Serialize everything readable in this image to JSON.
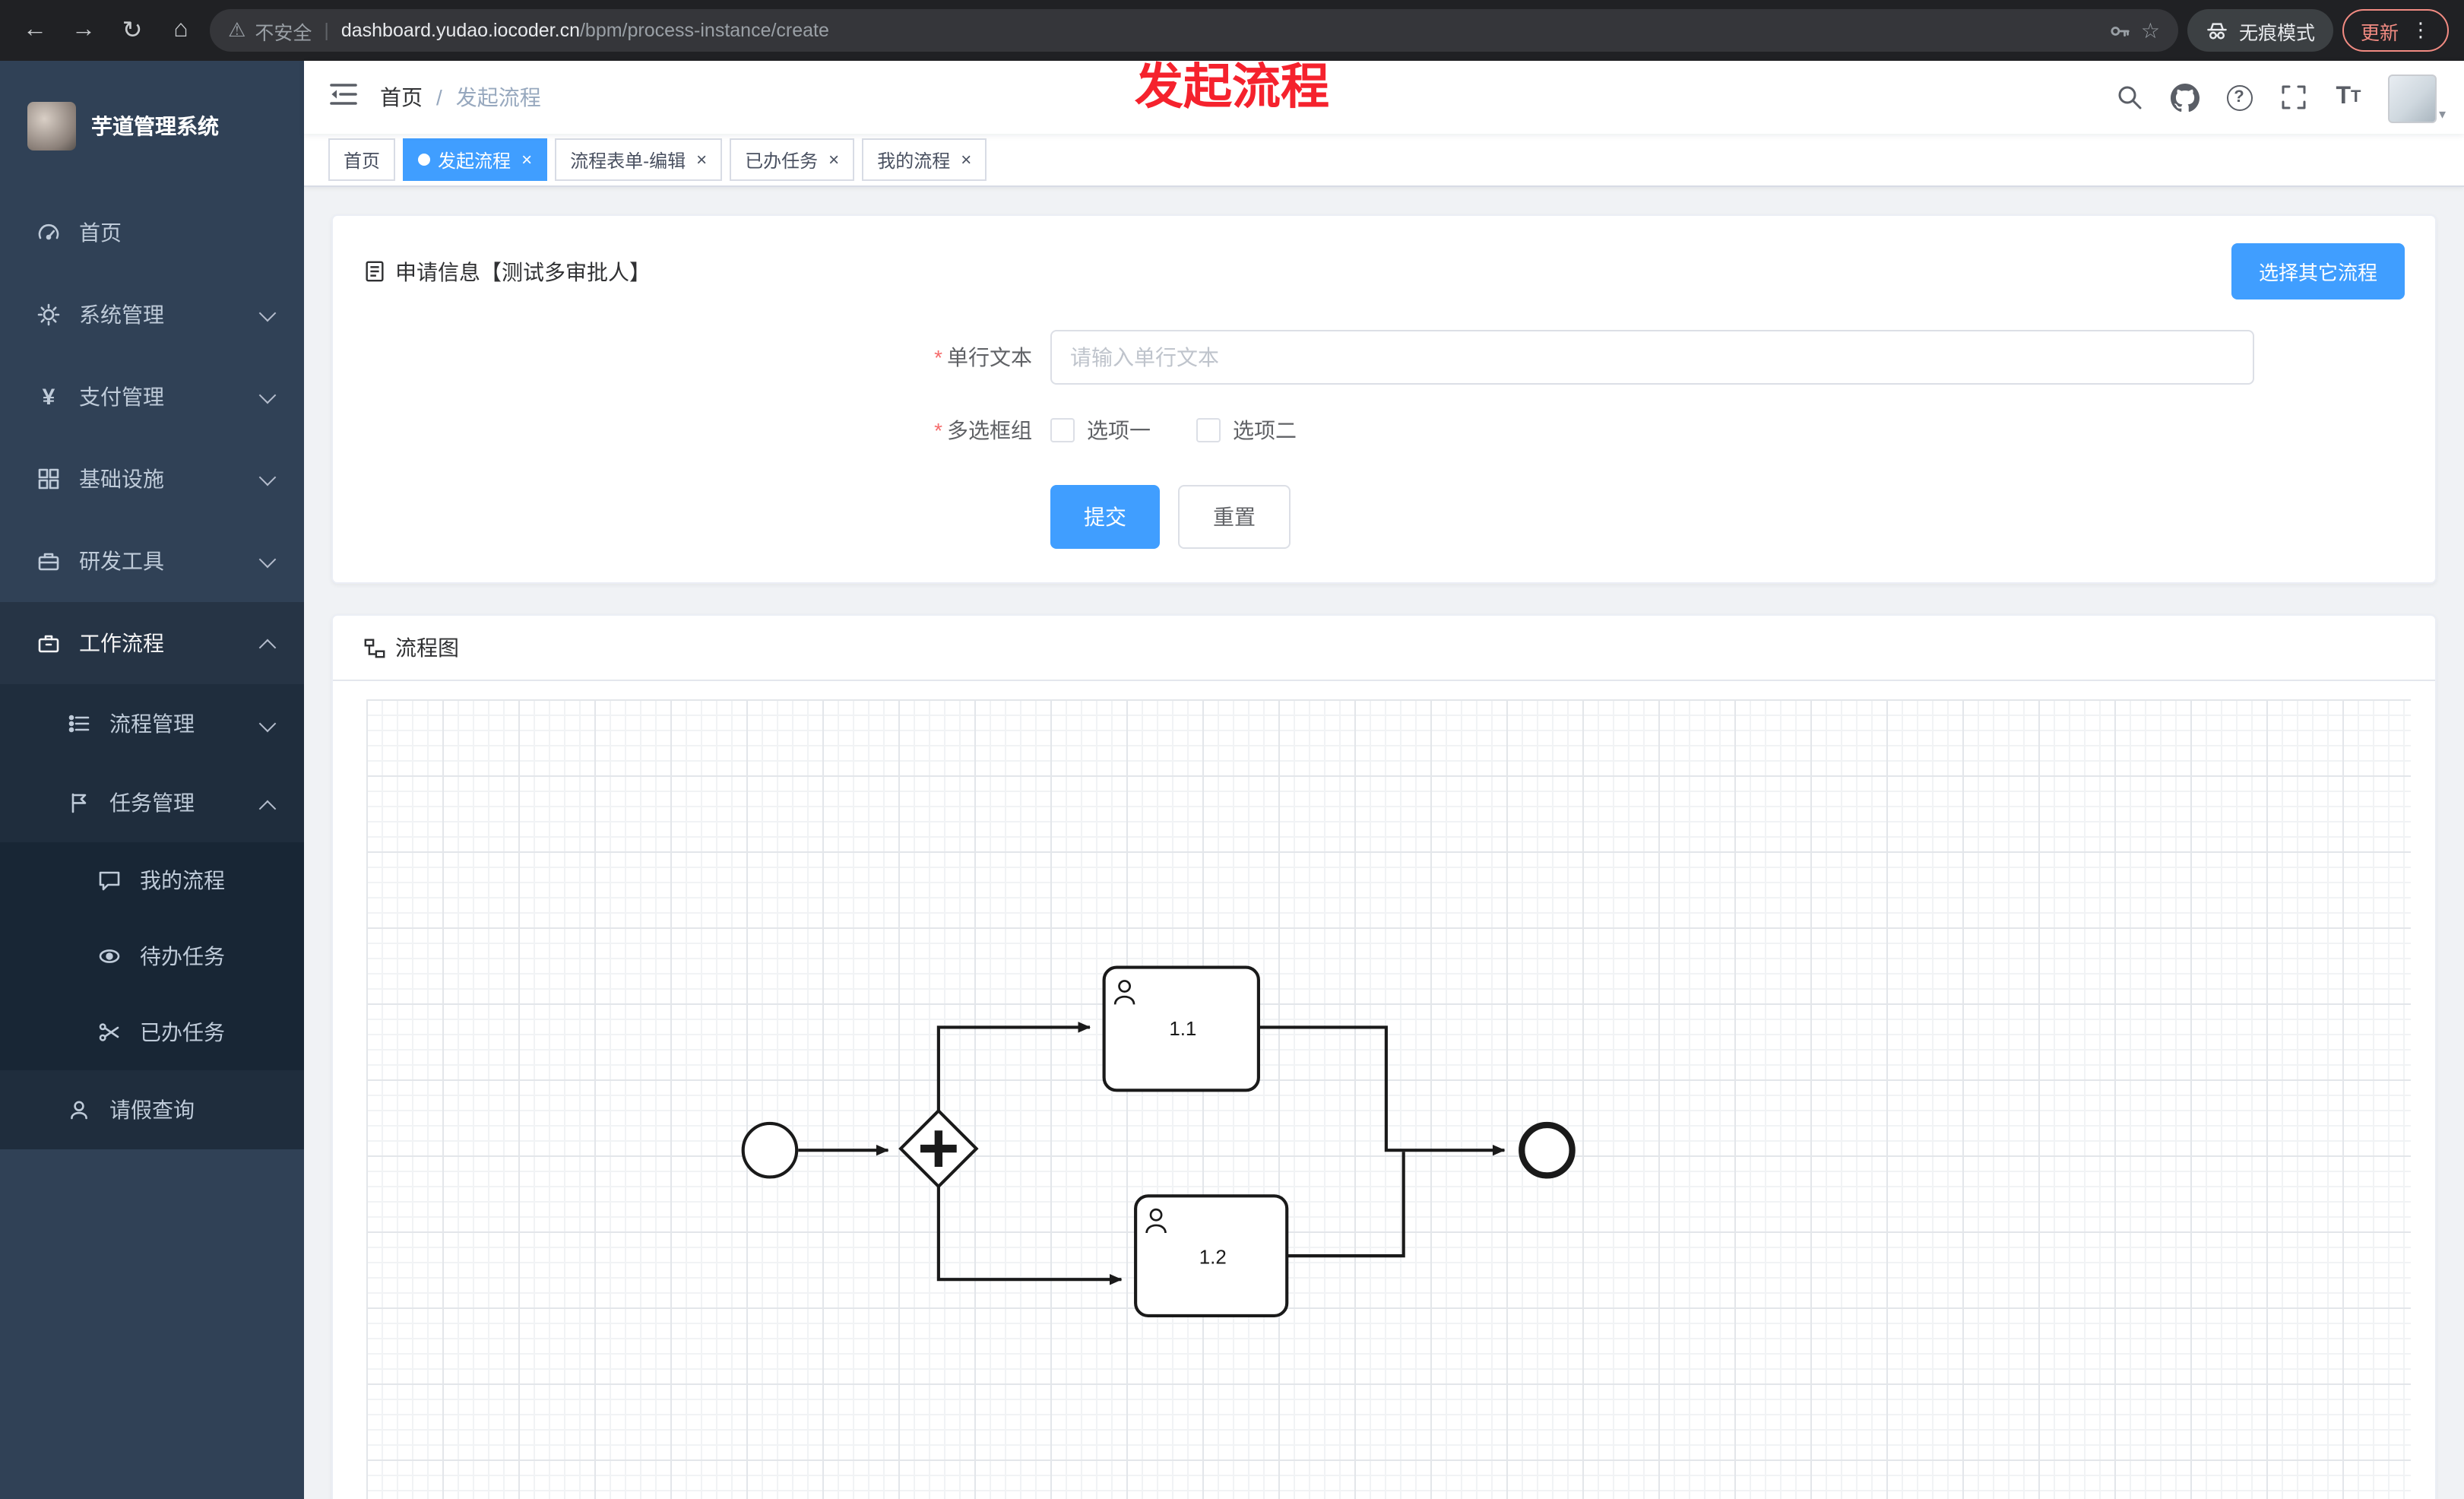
{
  "browser": {
    "security_label": "不安全",
    "url_domain": "dashboard.yudao.iocoder.cn",
    "url_path": "/bpm/process-instance/create",
    "incognito_label": "无痕模式",
    "update_label": "更新"
  },
  "overlay": {
    "title": "发起流程"
  },
  "sidebar": {
    "logo_title": "芋道管理系统",
    "items": [
      {
        "label": "首页"
      },
      {
        "label": "系统管理"
      },
      {
        "label": "支付管理"
      },
      {
        "label": "基础设施"
      },
      {
        "label": "研发工具"
      },
      {
        "label": "工作流程"
      },
      {
        "label": "流程管理"
      },
      {
        "label": "任务管理"
      },
      {
        "label": "我的流程"
      },
      {
        "label": "待办任务"
      },
      {
        "label": "已办任务"
      },
      {
        "label": "请假查询"
      }
    ]
  },
  "header": {
    "breadcrumb": [
      "首页",
      "发起流程"
    ]
  },
  "tabs": [
    {
      "label": "首页"
    },
    {
      "label": "发起流程"
    },
    {
      "label": "流程表单-编辑"
    },
    {
      "label": "已办任务"
    },
    {
      "label": "我的流程"
    }
  ],
  "form_card": {
    "title": "申请信息【测试多审批人】",
    "select_other_button": "选择其它流程",
    "fields": {
      "text_label": "单行文本",
      "text_placeholder": "请输入单行文本",
      "checkbox_label": "多选框组",
      "option1": "选项一",
      "option2": "选项二"
    },
    "submit_label": "提交",
    "reset_label": "重置"
  },
  "diagram_card": {
    "title": "流程图",
    "nodes": {
      "task1": "1.1",
      "task2": "1.2"
    }
  },
  "colors": {
    "accent": "#409eff",
    "danger": "#f56c6c",
    "overlay_red": "#f5222d",
    "sidebar_bg": "#304156",
    "chrome_bg": "#202124"
  }
}
